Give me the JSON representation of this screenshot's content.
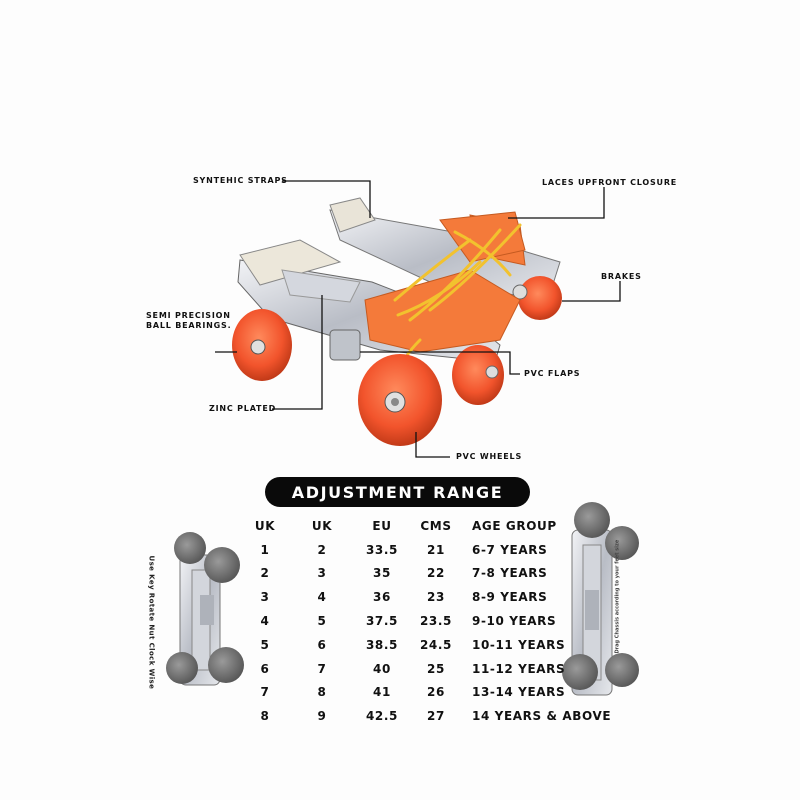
{
  "callouts": {
    "straps": "SYNTEHIC STRAPS",
    "laces": "LACES UPFRONT CLOSURE",
    "brakes": "BRAKES",
    "bearings": "SEMI PRECISION BALL BEARINGS.",
    "pvc_flaps": "PVC FLAPS",
    "zinc": "ZINC PLATED",
    "wheels": "PVC WHEELS"
  },
  "banner": "ADJUSTMENT RANGE",
  "table": {
    "headers": [
      "UK",
      "UK",
      "EU",
      "CMS",
      "AGE GROUP"
    ],
    "rows": [
      [
        "1",
        "2",
        "33.5",
        "21",
        "6-7 YEARS"
      ],
      [
        "2",
        "3",
        "35",
        "22",
        "7-8 YEARS"
      ],
      [
        "3",
        "4",
        "36",
        "23",
        "8-9 YEARS"
      ],
      [
        "4",
        "5",
        "37.5",
        "23.5",
        "9-10 YEARS"
      ],
      [
        "5",
        "6",
        "38.5",
        "24.5",
        "10-11 YEARS"
      ],
      [
        "6",
        "7",
        "40",
        "25",
        "11-12 YEARS"
      ],
      [
        "7",
        "8",
        "41",
        "26",
        "13-14 YEARS"
      ],
      [
        "8",
        "9",
        "42.5",
        "27",
        "14 YEARS & ABOVE"
      ]
    ]
  },
  "side_notes": {
    "left": "Use Key Rotate Nut Clock Wise",
    "right": "Drag Chassis according to your feet size"
  },
  "colors": {
    "wheel": "#f2542c",
    "flap": "#f47a3a",
    "lace": "#f2c22e",
    "metal": "#c9ccd3",
    "banner": "#0a0a0a"
  }
}
